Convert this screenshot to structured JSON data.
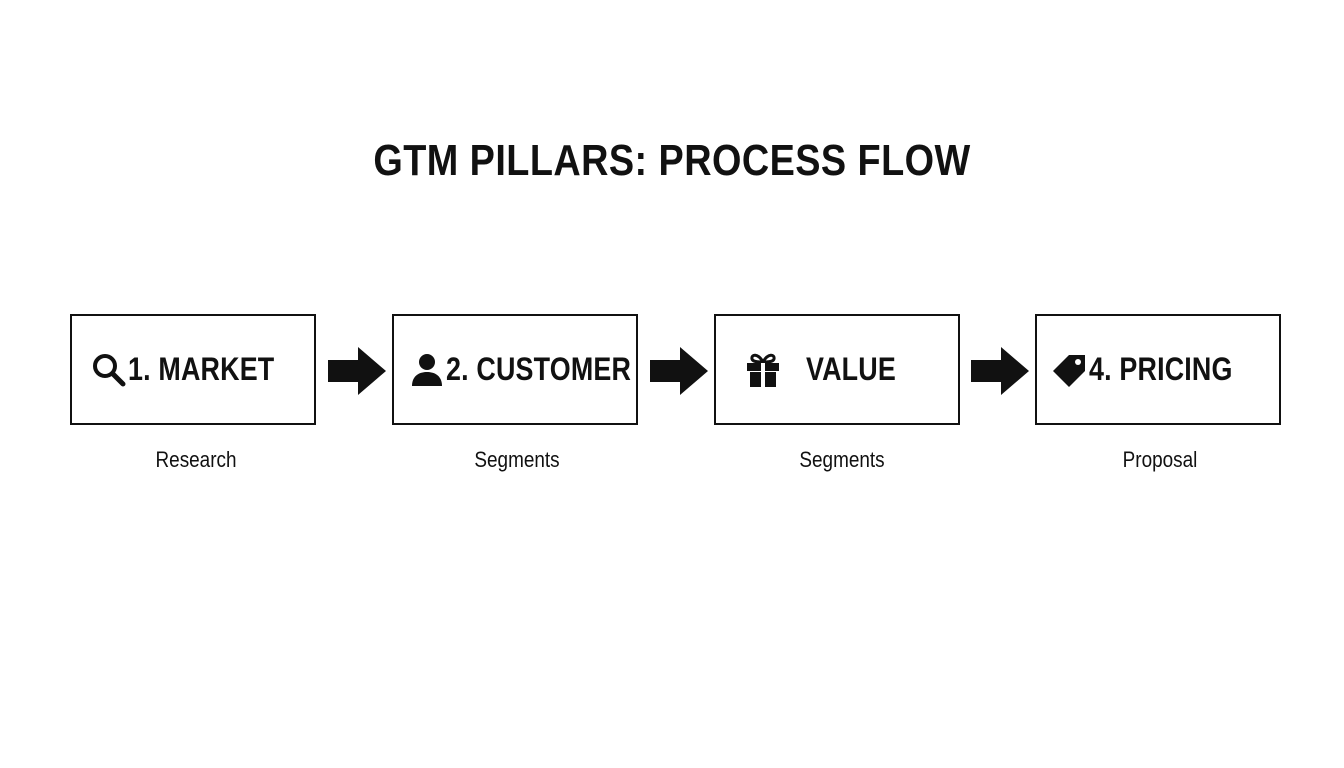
{
  "title": "GTM PILLARS: PROCESS FLOW",
  "steps": [
    {
      "label": "1. MARKET",
      "icon": "search-icon",
      "caption": "Research"
    },
    {
      "label": "2. CUSTOMER",
      "icon": "user-icon",
      "caption": "Segments"
    },
    {
      "label": "VALUE",
      "icon": "gift-icon",
      "caption": "Segments"
    },
    {
      "label": "4. PRICING",
      "icon": "price-tag-icon",
      "caption": "Proposal"
    }
  ],
  "connectors": [
    "arrow-right-icon",
    "arrow-right-icon",
    "arrow-right-icon"
  ],
  "colors": {
    "background": "#ffffff",
    "foreground": "#111111"
  }
}
